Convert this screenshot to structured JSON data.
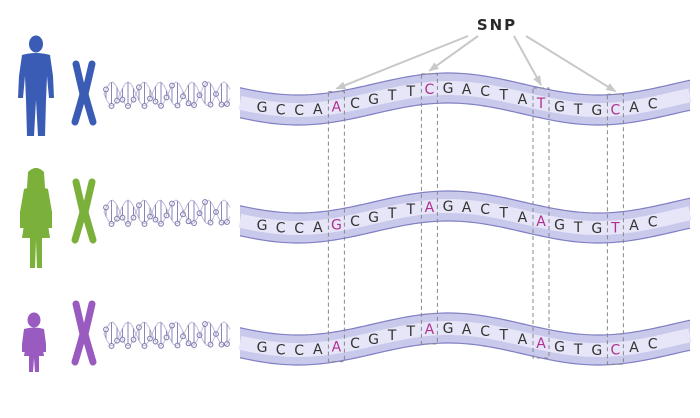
{
  "snp_label": "SNP",
  "colors": {
    "male": "#3a5cb5",
    "female": "#7bb03a",
    "child": "#9a5bc0",
    "ribbon": "#c9c9ec",
    "ribbon_edge": "#7f7fc4",
    "base_text": "#333333",
    "snp_text": "#b03090",
    "box": "#888888",
    "arrow": "#c8c8c8"
  },
  "individuals": [
    {
      "figure_icon": "man-silhouette-icon",
      "chromosome_icon": "chromosome-icon",
      "dna_icon": "dna-ladder-icon",
      "sequence": [
        "G",
        "C",
        "C",
        "A",
        "A",
        "C",
        "G",
        "T",
        "T",
        "C",
        "G",
        "A",
        "C",
        "T",
        "A",
        "T",
        "G",
        "T",
        "G",
        "C",
        "A",
        "C"
      ]
    },
    {
      "figure_icon": "woman-silhouette-icon",
      "chromosome_icon": "chromosome-icon",
      "dna_icon": "dna-ladder-icon",
      "sequence": [
        "G",
        "C",
        "C",
        "A",
        "G",
        "C",
        "G",
        "T",
        "T",
        "A",
        "G",
        "A",
        "C",
        "T",
        "A",
        "A",
        "G",
        "T",
        "G",
        "T",
        "A",
        "C"
      ]
    },
    {
      "figure_icon": "child-silhouette-icon",
      "chromosome_icon": "chromosome-icon",
      "dna_icon": "dna-ladder-icon",
      "sequence": [
        "G",
        "C",
        "C",
        "A",
        "A",
        "C",
        "G",
        "T",
        "T",
        "A",
        "G",
        "A",
        "C",
        "T",
        "A",
        "A",
        "G",
        "T",
        "G",
        "C",
        "A",
        "C"
      ]
    }
  ],
  "snp_positions": [
    4,
    9,
    15,
    19
  ]
}
